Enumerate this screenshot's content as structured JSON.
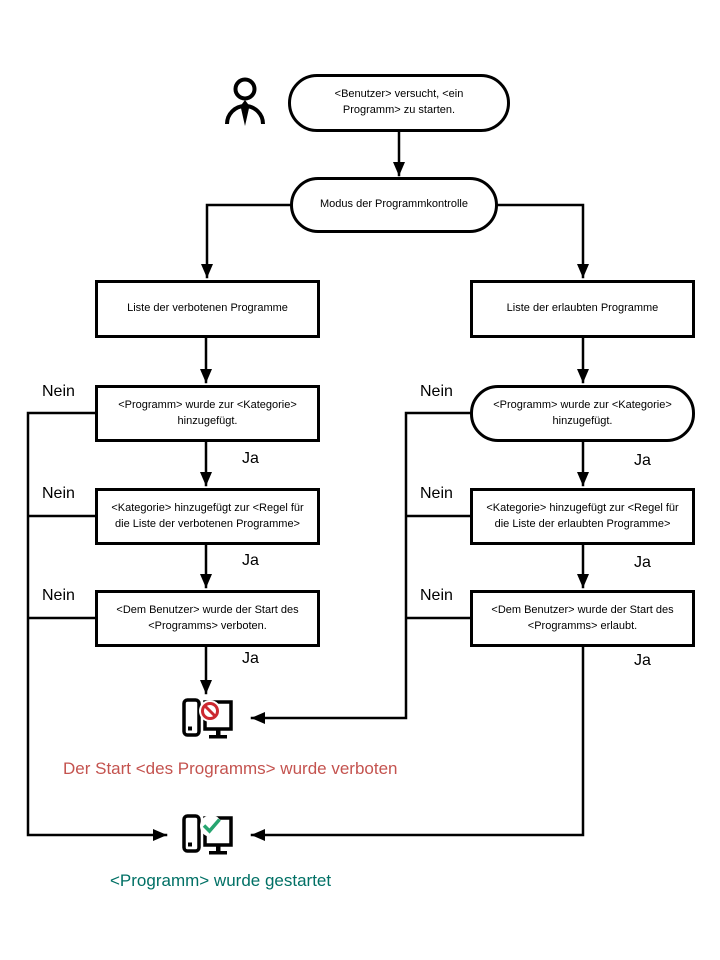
{
  "labels": {
    "yes": "Ja",
    "no": "Nein"
  },
  "colors": {
    "line": "#000000",
    "blocked_text": "#c4534f",
    "started_text": "#007065",
    "prohibition_sign": "#cc2830",
    "check_sign": "#26a570"
  },
  "nodes": {
    "start": "<Benutzer> versucht, <ein Programm> zu starten.",
    "mode": "Modus der Programmkontrolle",
    "left_list": "Liste der verbotenen Programme",
    "left_dec1": "<Programm> wurde zur <Kategorie> hinzugefügt.",
    "left_dec2": "<Kategorie> hinzugefügt zur <Regel für die Liste der verbotenen Programme>",
    "left_dec3": "<Dem Benutzer> wurde der Start des <Programms> verboten.",
    "right_list": "Liste der erlaubten Programme",
    "right_dec1": "<Programm> wurde zur <Kategorie> hinzugefügt.",
    "right_dec2": "<Kategorie> hinzugefügt zur <Regel für die Liste der erlaubten Programme>",
    "right_dec3": "<Dem Benutzer> wurde der Start des <Programms> erlaubt."
  },
  "outcomes": {
    "blocked": "Der Start <des Programms> wurde verboten",
    "started": "<Programm> wurde gestartet"
  }
}
